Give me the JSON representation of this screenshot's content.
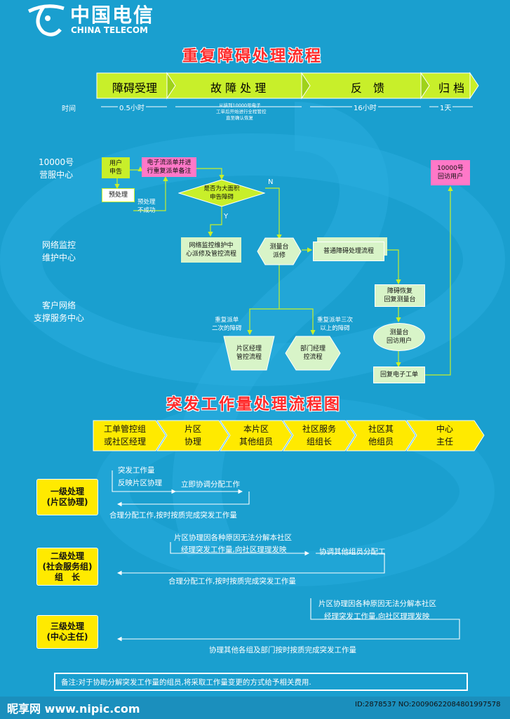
{
  "logo": {
    "cn": "中国电信",
    "en": "CHINA TELECOM"
  },
  "titles": {
    "repeat": "重复障碍处理流程",
    "sudden": "突发工作量处理流程图"
  },
  "phases": [
    "障碍受理",
    "故 障 处 理",
    "反　馈",
    "归 档"
  ],
  "timeline": {
    "label": "时间",
    "t1": "0.5小时",
    "t2": "16小时",
    "t3": "1天",
    "note1": "从接到10000号电子",
    "note2": "工单后开始进行全程管控",
    "note3": "直至确认恢复"
  },
  "rows": {
    "r1a": "10000号",
    "r1b": "营服中心",
    "r2a": "网络监控",
    "r2b": "维护中心",
    "r3a": "客户网络",
    "r3b": "支撑服务中心"
  },
  "nodes": {
    "user_a": "用户",
    "user_b": "申告",
    "pre": "预处理",
    "pink_a": "电子流派单并进",
    "pink_b": "行重复派单备注",
    "fail_a": "预处理",
    "fail_b": "不成功",
    "dec_a": "是否为大面积",
    "dec_b": "申告障碍",
    "n": "N",
    "y": "Y",
    "net_a": "网络监控维护中",
    "net_b": "心派修及管控流程",
    "test_a": "测量台",
    "test_b": "派修",
    "normal": "普通障碍处理流程",
    "repeat2_a": "重复派单",
    "repeat2_b": "二次的障碍",
    "repeat3_a": "重复派单三次",
    "repeat3_b": "以上的障碍",
    "area_a": "片区经理",
    "area_b": "管控流程",
    "dept_a": "部门经理",
    "dept_b": "控流程",
    "fix_a": "障碍恢复",
    "fix_b": "回复测量台",
    "visit_a": "测量台",
    "visit_b": "回访用户",
    "reply": "回复电子工单",
    "callback_a": "10000号",
    "callback_b": "回访用户"
  },
  "chevrons": [
    {
      "a": "工单管控组",
      "b": "或社区经理"
    },
    {
      "a": "片区",
      "b": "协理"
    },
    {
      "a": "本片区",
      "b": "其他组员"
    },
    {
      "a": "社区服务",
      "b": "组组长"
    },
    {
      "a": "社区其",
      "b": "他组员"
    },
    {
      "a": "中心",
      "b": "主任"
    }
  ],
  "levels": [
    {
      "a": "一级处理",
      "b": "(片区协理)",
      "c": ""
    },
    {
      "a": "二级处理",
      "b": "(社会服务组)",
      "c": "组　长"
    },
    {
      "a": "三级处理",
      "b": "(中心主任)",
      "c": ""
    }
  ],
  "flow": {
    "l1a": "突发工作量",
    "l1b": "反映片区协理",
    "l1c": "立即协调分配工作",
    "l1d": "合理分配工作,按时按质完成突发工作量",
    "l2a": "片区协理因各种原因无法分解本社区",
    "l2b": "经理突发工作量,向社区理理发映",
    "l2c": "协调其他组员分配工",
    "l2d": "合理分配工作,按时按质完成突发工作量",
    "l3a": "片区协理因各种原因无法分解本社区",
    "l3b": "经理突发工作量,向社区理理发映",
    "l3c": "协理其他各组及部门按时按质完成突发工作量"
  },
  "note": "备注:对于协助分解突发工作量的组员,将采取工作量变更的方式给予相关费用.",
  "footer": {
    "site": "昵享网 www.nipic.com",
    "id": "ID:2878537 NO:20090622084801997578"
  },
  "colors": {
    "bg": "#1a9fcf",
    "green": "#c8ef2a",
    "yellow": "#ffea00",
    "pink": "#ff78c8",
    "red": "#ff2a2a"
  }
}
